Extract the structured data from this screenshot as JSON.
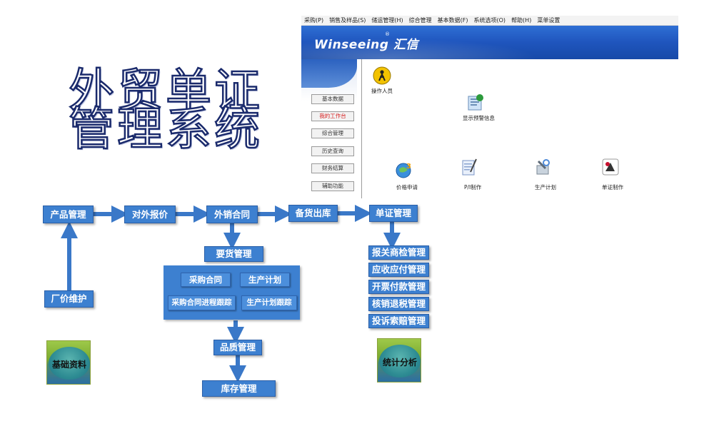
{
  "title": {
    "line1": "外贸单证",
    "line2": "管理系统"
  },
  "window": {
    "menu": [
      "采购(P)",
      "销售及样品(S)",
      "储运管理(H)",
      "综合管理",
      "基本数据(F)",
      "系统选项(O)",
      "帮助(H)",
      "菜单设置"
    ],
    "logo": "Winseeing 汇信",
    "logo_mark": "®",
    "sidebar": [
      "基本数据",
      "我的工作台",
      "综合管理",
      "历史查询",
      "财务结算",
      "辅助功能"
    ],
    "sidebar_active": 1,
    "icons": [
      {
        "name": "operator",
        "label": "操作人员"
      },
      {
        "name": "warning-info",
        "label": "显示预警信息"
      },
      {
        "name": "price-request",
        "label": "价格申请"
      },
      {
        "name": "pi-making",
        "label": "P/I制作"
      },
      {
        "name": "production-plan",
        "label": "生产计划"
      },
      {
        "name": "document-making",
        "label": "单证制作"
      }
    ]
  },
  "flow": {
    "product_mgmt": "产品管理",
    "quotation": "对外报价",
    "sales_contract": "外销合同",
    "stock_out": "备货出库",
    "doc_mgmt": "单证管理",
    "factory_price": "厂价维护",
    "requisition": "要货管理",
    "purchase_contract": "采购合同",
    "production_plan": "生产计划",
    "purchase_tracking": "采购合同进程跟踪",
    "production_tracking": "生产计划跟踪",
    "quality": "品质管理",
    "inventory": "库存管理",
    "customs": "报关商检管理",
    "receivable": "应收应付管理",
    "invoice": "开票付款管理",
    "verification": "核销退税管理",
    "complaint": "投诉索赔管理",
    "base_data": "基础资料",
    "statistics": "统计分析"
  },
  "colors": {
    "node": "#3d80d0",
    "title_stroke": "#1a2a6c",
    "banner": "#1f55bd"
  }
}
